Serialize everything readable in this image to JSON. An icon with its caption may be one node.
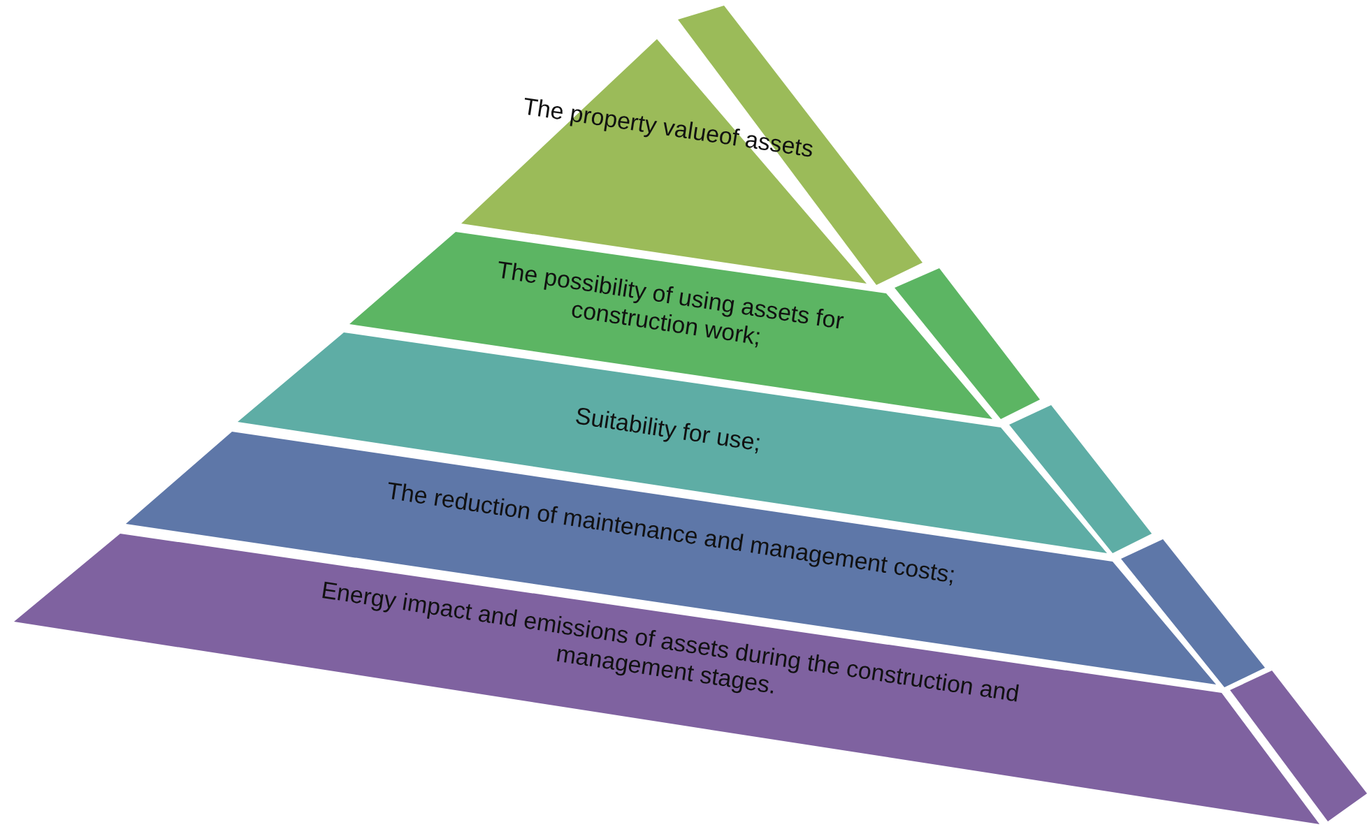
{
  "diagram": {
    "nodes": [
      {
        "text": [
          "The property valueof assets"
        ]
      },
      {
        "text": [
          "The possibility of using assets for construction work;"
        ]
      },
      {
        "text": [
          "Suitability for use;"
        ]
      },
      {
        "text": [
          "The reduction of maintenance and management costs;"
        ]
      },
      {
        "text": [
          "Energy impact and emissions of assets during the construction and management stages."
        ]
      }
    ]
  }
}
